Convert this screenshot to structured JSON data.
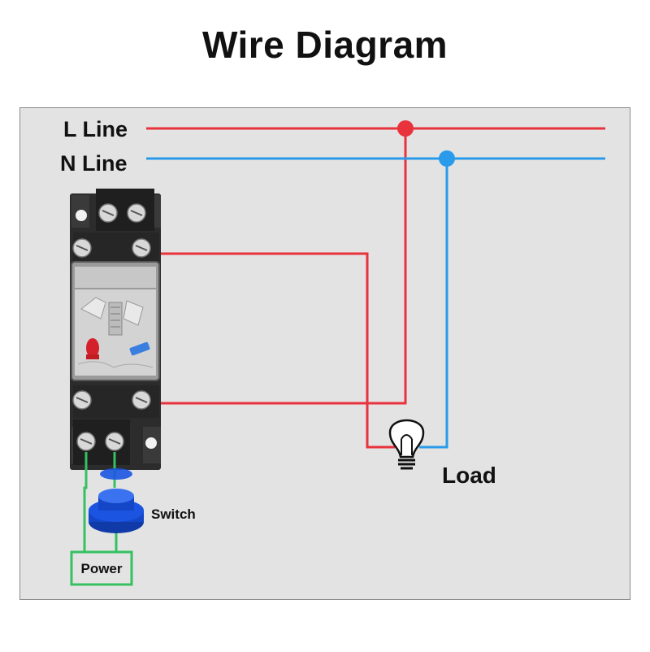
{
  "title": "Wire Diagram",
  "labels": {
    "l_line": "L Line",
    "n_line": "N Line",
    "load": "Load",
    "switch": "Switch",
    "power": "Power"
  },
  "colors": {
    "l_wire": "#e8323c",
    "n_wire": "#2a9bea",
    "power_wire": "#36c060",
    "panel_bg": "#e3e3e3",
    "relay_body": "#2e2e2e",
    "switch_button": "#1446c8"
  }
}
